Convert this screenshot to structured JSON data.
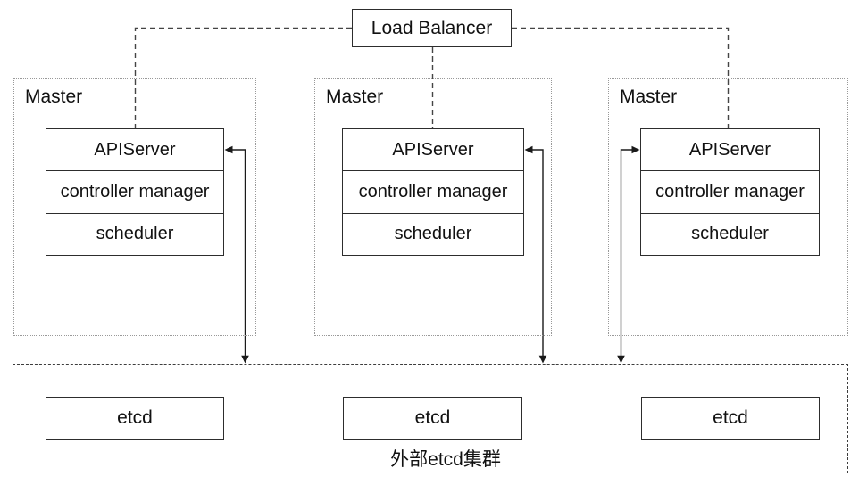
{
  "load_balancer": {
    "label": "Load Balancer"
  },
  "masters": [
    {
      "label": "Master",
      "components": [
        "APIServer",
        "controller manager",
        "scheduler"
      ]
    },
    {
      "label": "Master",
      "components": [
        "APIServer",
        "controller manager",
        "scheduler"
      ]
    },
    {
      "label": "Master",
      "components": [
        "APIServer",
        "controller manager",
        "scheduler"
      ]
    }
  ],
  "etcd_cluster": {
    "label": "外部etcd集群",
    "nodes": [
      "etcd",
      "etcd",
      "etcd"
    ]
  },
  "edges": [
    {
      "from": "load-balancer",
      "to": "master-1-apiserver",
      "style": "dashed"
    },
    {
      "from": "load-balancer",
      "to": "master-2-apiserver",
      "style": "dashed"
    },
    {
      "from": "load-balancer",
      "to": "master-3-apiserver",
      "style": "dashed"
    },
    {
      "from": "master-1-apiserver",
      "to": "etcd-cluster",
      "style": "solid-double-arrow"
    },
    {
      "from": "master-2-apiserver",
      "to": "etcd-cluster",
      "style": "solid-double-arrow"
    },
    {
      "from": "master-3-apiserver",
      "to": "etcd-cluster",
      "style": "solid-double-arrow"
    }
  ],
  "colors": {
    "background": "#ffffff",
    "text": "#111111",
    "solid_border": "#2d2d2d",
    "dotted_border": "#999999",
    "dashed_border": "#3d3d3d",
    "connector": "#444444",
    "arrow": "#1a1a1a"
  }
}
